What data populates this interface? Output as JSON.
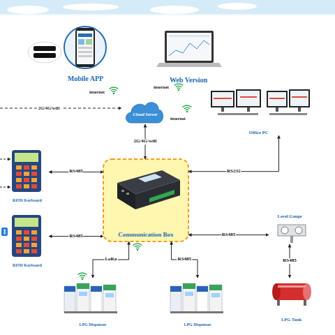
{
  "diagram": {
    "nodes": [
      {
        "text": [
          "Mobile APP"
        ]
      },
      {
        "text": [
          "Web Version"
        ]
      },
      {
        "text": [
          "Cloud Server"
        ]
      },
      {
        "text": [
          "Office PC"
        ]
      },
      {
        "text": [
          "RFID Keyboard"
        ]
      },
      {
        "text": [
          "Communication Box"
        ]
      },
      {
        "text": [
          "RFID Keyboard"
        ]
      },
      {
        "text": [
          "Level Gauge"
        ]
      },
      {
        "text": [
          "LPG Dispenser"
        ]
      },
      {
        "text": [
          "LPG Dispenser"
        ]
      },
      {
        "text": [
          "LPG Tank"
        ]
      }
    ],
    "edges": [
      {
        "from": 2,
        "to": 5,
        "label": "2G/4G/wifi",
        "arrow": "both"
      },
      {
        "from": 4,
        "to": 5,
        "label": "RS485",
        "arrow": "both"
      },
      {
        "from": 5,
        "to": 3,
        "label": "RS232",
        "arrow": "both"
      },
      {
        "from": 6,
        "to": 5,
        "label": "RS485",
        "arrow": "both"
      },
      {
        "from": 5,
        "to": 7,
        "label": "RS485",
        "arrow": "both"
      },
      {
        "from": 5,
        "to": 8,
        "label": "LoRa",
        "arrow": "both"
      },
      {
        "from": 5,
        "to": 9,
        "label": "RS485",
        "arrow": "both"
      },
      {
        "from": 7,
        "to": 10,
        "label": "RS485",
        "arrow": "both"
      }
    ],
    "labels": [
      "internet",
      "internet",
      "internet",
      "2G/4G/wifi"
    ]
  }
}
